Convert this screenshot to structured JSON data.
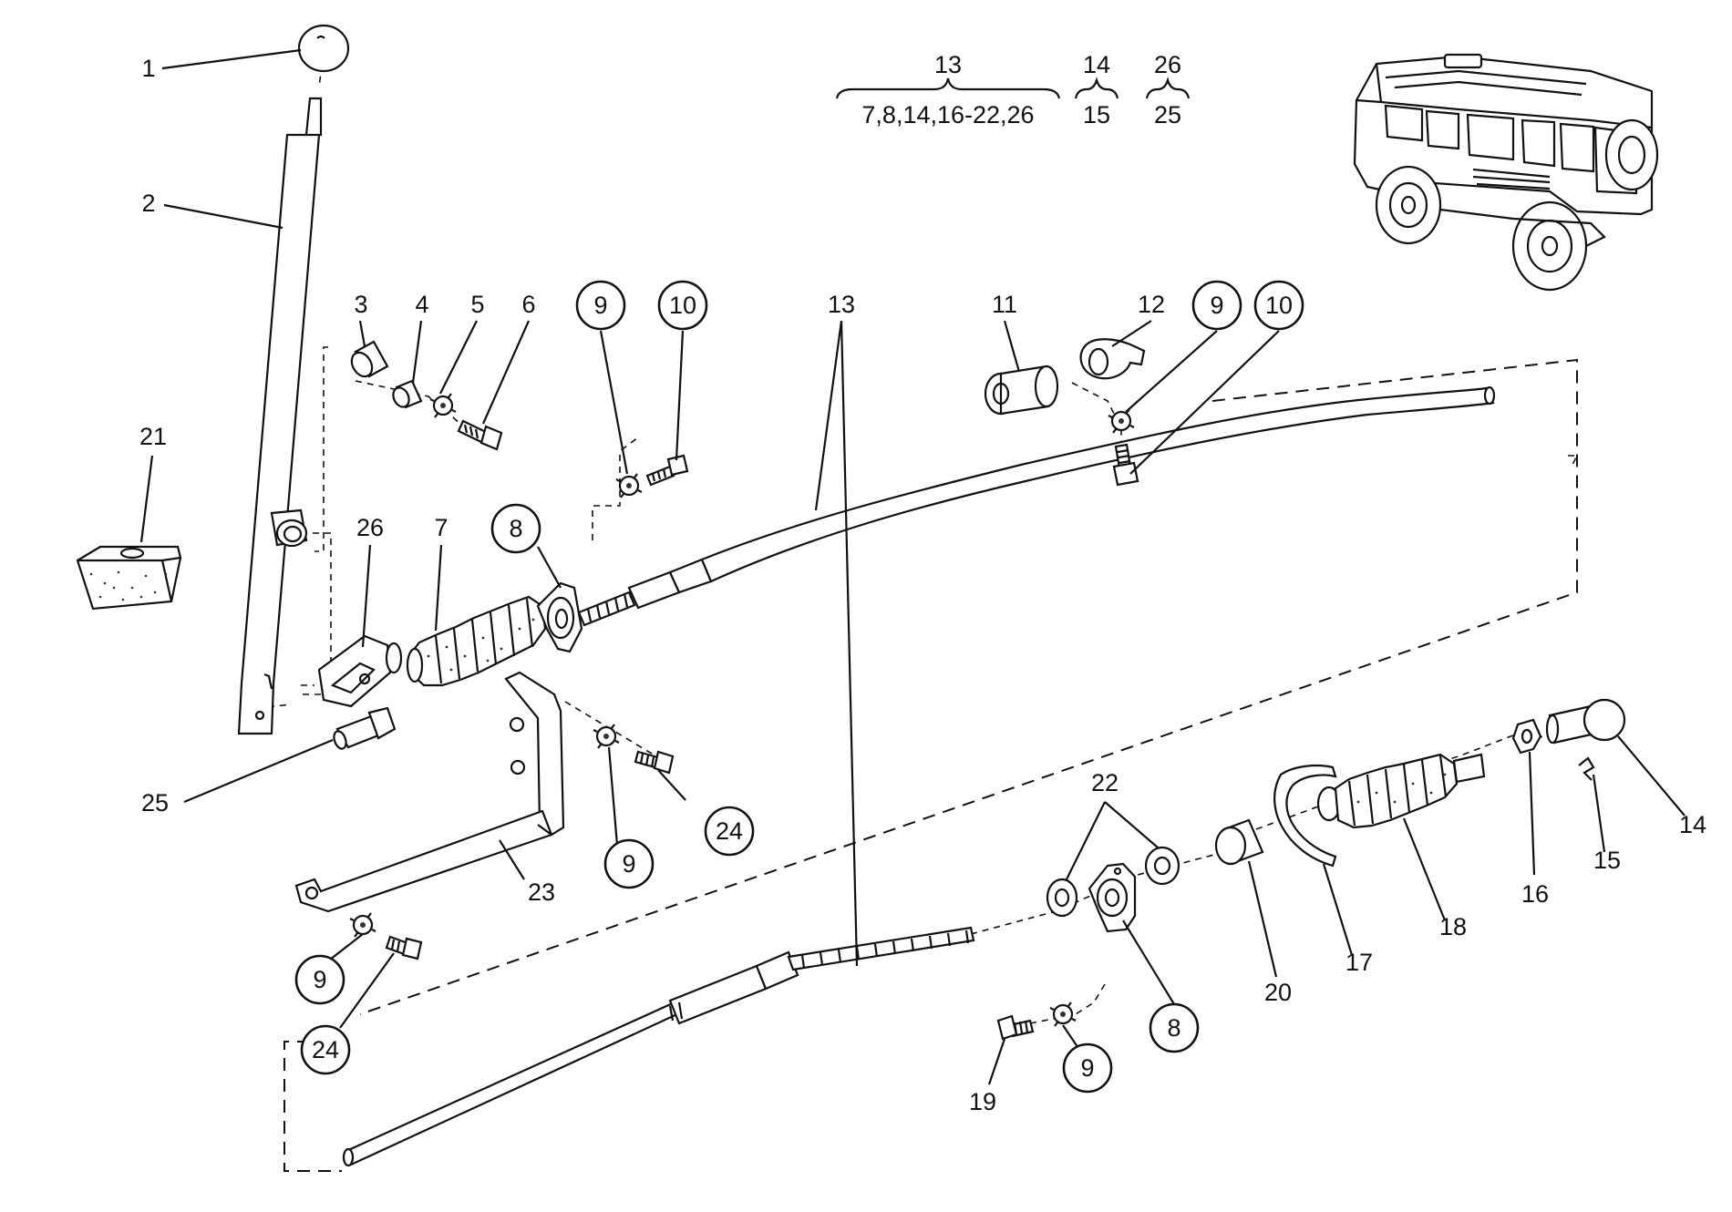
{
  "header": {
    "groups": [
      {
        "top": "13",
        "bottom": "7,8,14,16-22,26"
      },
      {
        "top": "14",
        "bottom": "15"
      },
      {
        "top": "26",
        "bottom": "25"
      }
    ]
  },
  "callouts": [
    {
      "label": "1",
      "circled": false
    },
    {
      "label": "2",
      "circled": false
    },
    {
      "label": "3",
      "circled": false
    },
    {
      "label": "4",
      "circled": false
    },
    {
      "label": "5",
      "circled": false
    },
    {
      "label": "6",
      "circled": false
    },
    {
      "label": "9",
      "circled": true
    },
    {
      "label": "10",
      "circled": true
    },
    {
      "label": "13",
      "circled": false
    },
    {
      "label": "11",
      "circled": false
    },
    {
      "label": "12",
      "circled": false
    },
    {
      "label": "9",
      "circled": true
    },
    {
      "label": "10",
      "circled": true
    },
    {
      "label": "21",
      "circled": false
    },
    {
      "label": "26",
      "circled": false
    },
    {
      "label": "7",
      "circled": false
    },
    {
      "label": "8",
      "circled": true
    },
    {
      "label": "25",
      "circled": false
    },
    {
      "label": "9",
      "circled": true
    },
    {
      "label": "24",
      "circled": true
    },
    {
      "label": "23",
      "circled": false
    },
    {
      "label": "9",
      "circled": true
    },
    {
      "label": "24",
      "circled": true
    },
    {
      "label": "22",
      "circled": false
    },
    {
      "label": "8",
      "circled": true
    },
    {
      "label": "19",
      "circled": false
    },
    {
      "label": "9",
      "circled": true
    },
    {
      "label": "20",
      "circled": false
    },
    {
      "label": "17",
      "circled": false
    },
    {
      "label": "18",
      "circled": false
    },
    {
      "label": "16",
      "circled": false
    },
    {
      "label": "15",
      "circled": false
    },
    {
      "label": "14",
      "circled": false
    }
  ]
}
